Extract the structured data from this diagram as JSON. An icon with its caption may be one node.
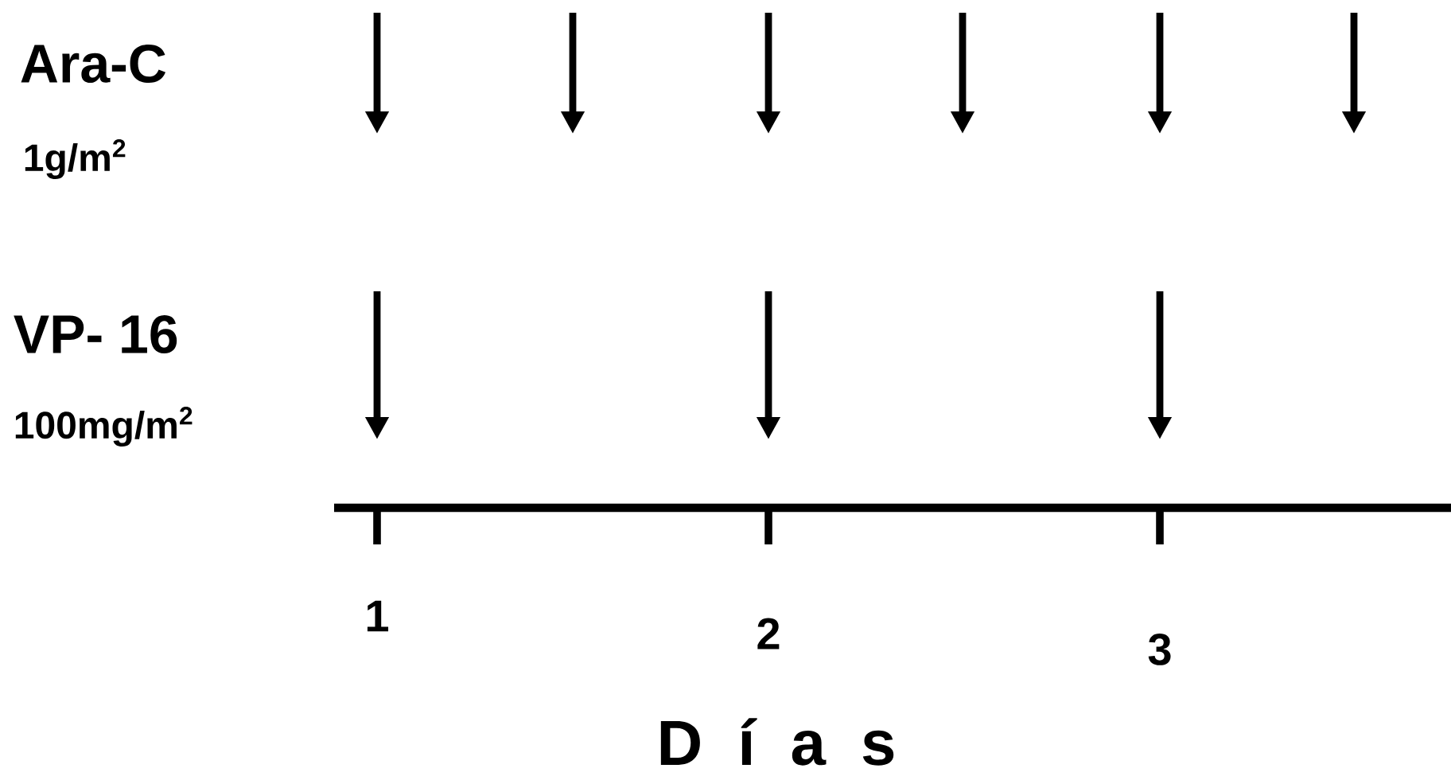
{
  "diagram": {
    "labels": [
      "Ara-C",
      "1g/m$^{2}$",
      "VP- 16",
      "100mg/m$^{2}$",
      "1",
      "2",
      "3",
      "D í a s"
    ]
  }
}
